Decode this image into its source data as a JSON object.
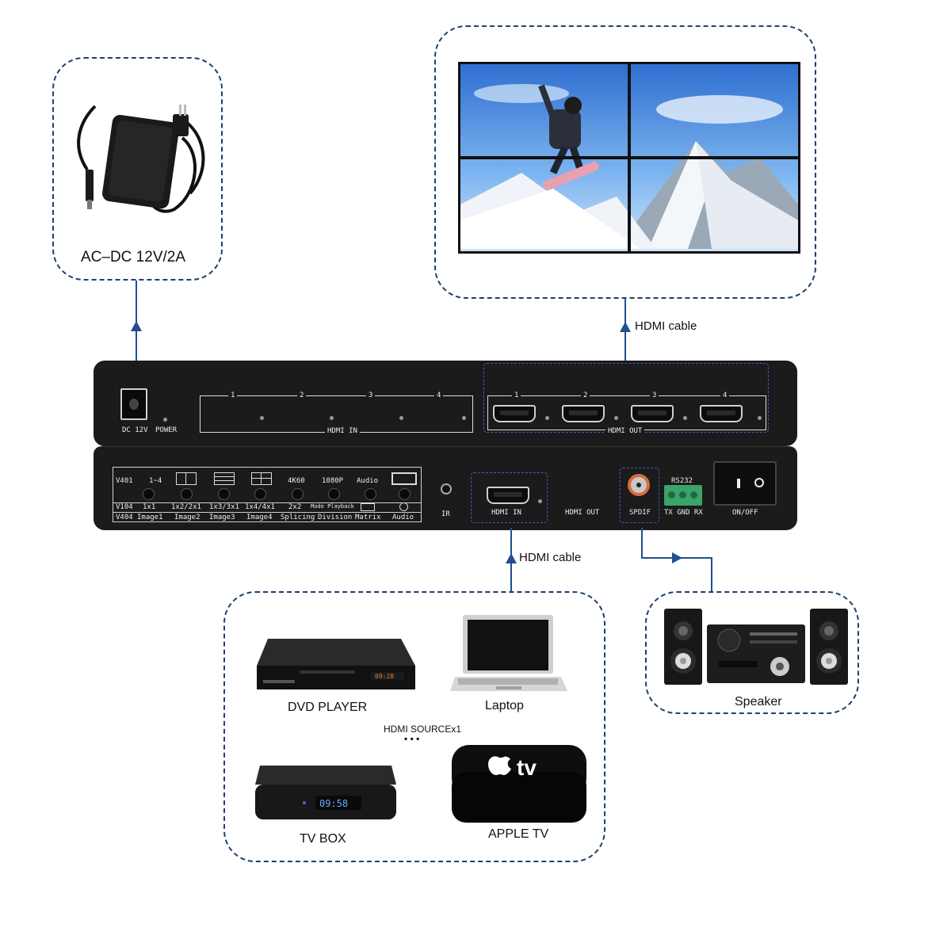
{
  "labels": {
    "power_adapter": "AC–DC 12V/2A",
    "hdmi_cable_top": "HDMI cable",
    "hdmi_cable_bottom": "HDMI cable",
    "speaker": "Speaker",
    "dvd_player": "DVD PLAYER",
    "laptop": "Laptop",
    "tv_box": "TV BOX",
    "apple_tv": "APPLE TV",
    "hdmi_source": "HDMI SOURCEx1",
    "source_dots": "▪ ▪ ▪"
  },
  "rear_panel": {
    "dc_label": "DC 12V",
    "power_label": "POWER",
    "hdmi_in_numbers": [
      "1",
      "2",
      "3",
      "4"
    ],
    "hdmi_in_label": "HDMI IN",
    "hdmi_out_numbers": [
      "1",
      "2",
      "3",
      "4"
    ],
    "hdmi_out_label": "HDMI OUT"
  },
  "front_panel": {
    "row_v401": [
      "V401",
      "1~4",
      "",
      "",
      "",
      "4K60",
      "1080P",
      "Audio",
      ""
    ],
    "row_v104": [
      "V104",
      "1x1",
      "1x2/2x1",
      "1x3/3x1",
      "1x4/4x1",
      "2x2",
      "Mode Playback",
      "",
      ""
    ],
    "row_v404": [
      "V404",
      "Image1",
      "Image2",
      "Image3",
      "Image4",
      "Splicing",
      "Division",
      "Matrix",
      "Audio"
    ],
    "ir_label": "IR",
    "hdmi_in_label": "HDMI  IN",
    "hdmi_out_label": "HDMI  OUT",
    "spdif_label": "SPDIF",
    "rs232_label": "RS232",
    "rs232_pins": "TX GND RX",
    "onoff_label": "ON/OFF"
  },
  "colors": {
    "dashed_border": "#1f3f6e",
    "arrow": "#1f4f8f",
    "device_body": "#1b1b1b",
    "terminal_green": "#3aa46a"
  },
  "icons": {
    "adapter": "power-adapter-icon",
    "video_wall": "video-wall-image",
    "speaker": "speaker-system-icon",
    "dvd": "dvd-player-icon",
    "laptop": "laptop-icon",
    "tvbox": "tv-box-icon",
    "appletv": "apple-tv-icon"
  },
  "display_texts": {
    "tvbox_clock": "09:58",
    "dvd_clock": "09:28",
    "appletv_logo": "tv"
  }
}
